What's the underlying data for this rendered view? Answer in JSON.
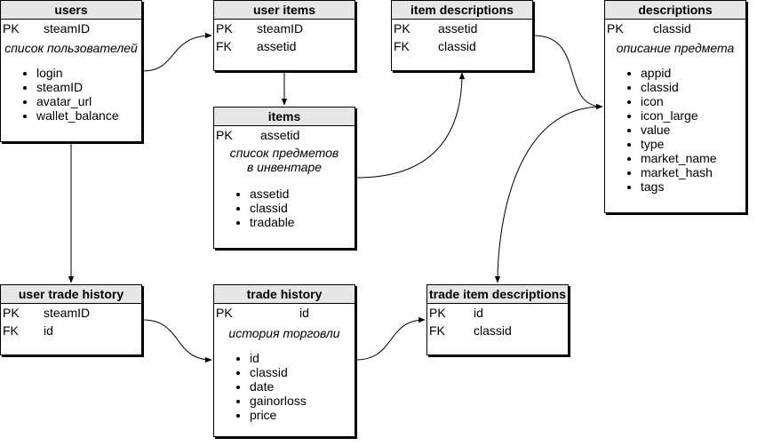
{
  "entities": {
    "users": {
      "title": "users",
      "rows": [
        {
          "key": "PK",
          "field": "steamID"
        }
      ],
      "description": "список пользователей",
      "fields": [
        "login",
        "steamID",
        "avatar_url",
        "wallet_balance"
      ]
    },
    "user_items": {
      "title": "user items",
      "rows": [
        {
          "key": "PK",
          "field": "steamID"
        },
        {
          "key": "FK",
          "field": "assetid"
        }
      ]
    },
    "item_descriptions": {
      "title": "item descriptions",
      "rows": [
        {
          "key": "PK",
          "field": "assetid"
        },
        {
          "key": "FK",
          "field": "classid"
        }
      ]
    },
    "descriptions": {
      "title": "descriptions",
      "rows": [
        {
          "key": "PK",
          "field": "classid"
        }
      ],
      "description": "описание предмета",
      "fields": [
        "appid",
        "classid",
        "icon",
        "icon_large",
        "value",
        "type",
        "market_name",
        "market_hash",
        "tags"
      ]
    },
    "items": {
      "title": "items",
      "rows": [
        {
          "key": "PK",
          "field": "assetid"
        }
      ],
      "description_lines": [
        "список предметов",
        "в инвентаре"
      ],
      "fields": [
        "assetid",
        "classid",
        "tradable"
      ]
    },
    "user_trade_history": {
      "title": "user trade history",
      "rows": [
        {
          "key": "PK",
          "field": "steamID"
        },
        {
          "key": "FK",
          "field": "id"
        }
      ]
    },
    "trade_history": {
      "title": "trade history",
      "rows": [
        {
          "key": "PK",
          "field": "id"
        }
      ],
      "description": "история торговли",
      "fields": [
        "id",
        "classid",
        "date",
        "gainorloss",
        "price"
      ]
    },
    "trade_item_descriptions": {
      "title": "trade item descriptions",
      "rows": [
        {
          "key": "PK",
          "field": "id"
        },
        {
          "key": "FK",
          "field": "classid"
        }
      ]
    }
  },
  "connections": [
    {
      "from": "users",
      "to": "user_items"
    },
    {
      "from": "user_items",
      "to": "items"
    },
    {
      "from": "items",
      "to": "item_descriptions"
    },
    {
      "from": "item_descriptions",
      "to": "descriptions"
    },
    {
      "from": "descriptions",
      "to": "trade_item_descriptions"
    },
    {
      "from": "users",
      "to": "user_trade_history"
    },
    {
      "from": "user_trade_history",
      "to": "trade_history"
    },
    {
      "from": "trade_history",
      "to": "trade_item_descriptions"
    }
  ]
}
